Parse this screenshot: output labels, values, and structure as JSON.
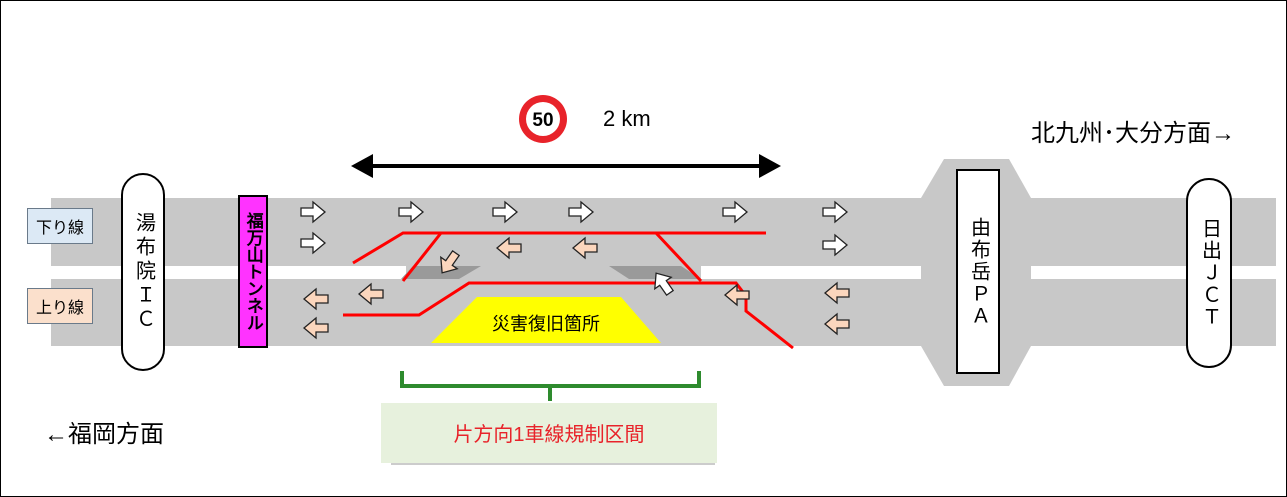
{
  "speed_limit": "50",
  "distance": "2 km",
  "direction_right": "北九州･大分方面→",
  "direction_left": "←福岡方面",
  "lanes": {
    "down": "下り線",
    "up": "上り線"
  },
  "ic_name": "湯布院ＩＣ",
  "tunnel_name": "福万山トンネル",
  "pa_name": "由布岳ＰＡ",
  "jct_name": "日出ＪＣＴ",
  "disaster_label": "災害復旧箇所",
  "restriction_label": "片方向1車線規制区間",
  "colors": {
    "road": "#c8c8c8",
    "tunnel": "#ff33ff",
    "disaster": "#ffff00",
    "restriction_line": "#ff0000",
    "bracket": "#2e8b2e",
    "down_label_bg": "#dce9f5",
    "up_label_bg": "#fbe0cc",
    "arrow_right_fill": "#ffffff",
    "arrow_left_fill": "#fbd6bd"
  },
  "icons": {
    "arrow_right": "right-arrow-icon",
    "arrow_left": "left-arrow-icon",
    "speed_sign": "speed-limit-sign-icon",
    "double_arrow": "distance-double-arrow-icon"
  }
}
